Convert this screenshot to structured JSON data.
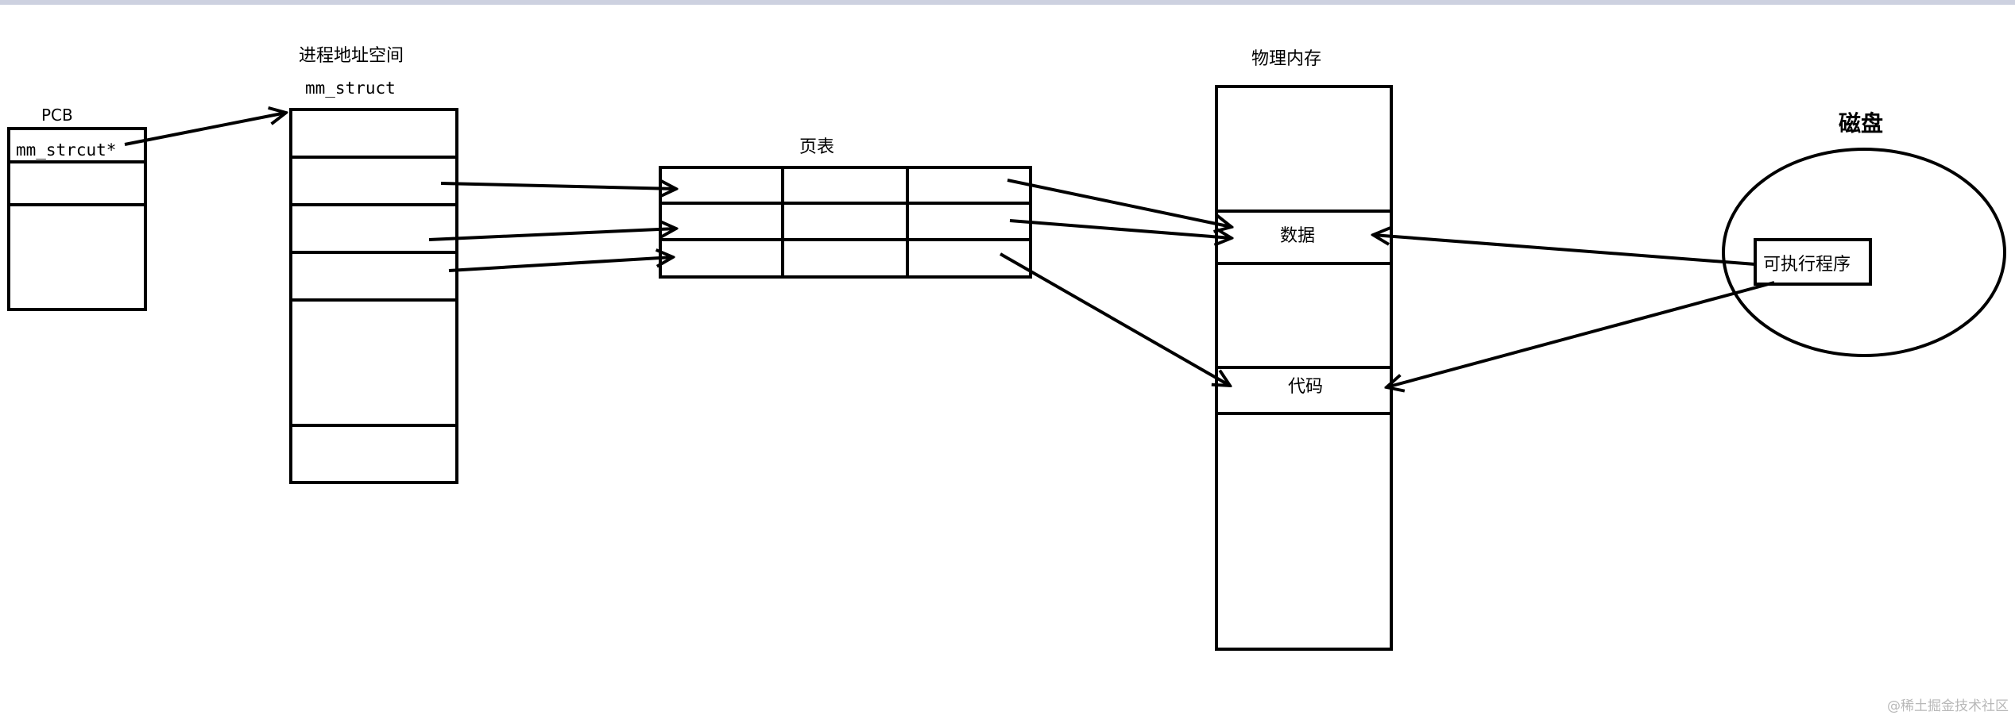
{
  "pcb": {
    "title": "PCB",
    "field": "mm_strcut*"
  },
  "address_space": {
    "title": "进程地址空间",
    "struct_label": "mm_struct"
  },
  "page_table": {
    "title": "页表"
  },
  "physical_memory": {
    "title": "物理内存",
    "data_label": "数据",
    "code_label": "代码"
  },
  "disk": {
    "title": "磁盘",
    "program_label": "可执行程序"
  },
  "watermark": "@稀土掘金技术社区"
}
